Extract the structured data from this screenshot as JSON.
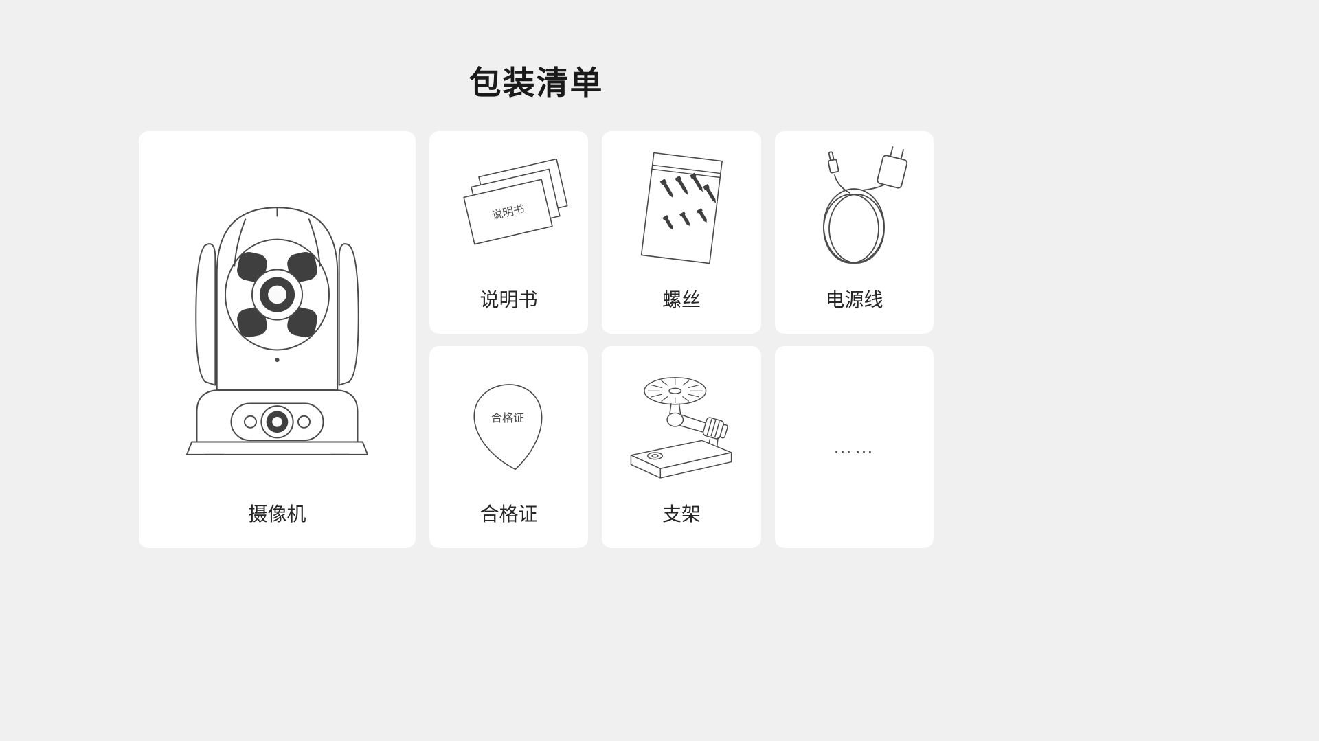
{
  "page": {
    "title": "包装清单"
  },
  "colors": {
    "bg": "#f0f0f0",
    "card": "#ffffff",
    "line": "#4a4a4a",
    "fill-dark": "#3f3f3f",
    "title": "#1a1a1a",
    "label": "#262626"
  },
  "items": [
    {
      "id": "camera",
      "label": "摄像机"
    },
    {
      "id": "manual",
      "label": "说明书",
      "illustration_text": "说明书"
    },
    {
      "id": "screws",
      "label": "螺丝"
    },
    {
      "id": "power-cable",
      "label": "电源线"
    },
    {
      "id": "certificate",
      "label": "合格证",
      "illustration_text": "合格证"
    },
    {
      "id": "bracket",
      "label": "支架"
    },
    {
      "id": "more",
      "label": "……"
    }
  ]
}
